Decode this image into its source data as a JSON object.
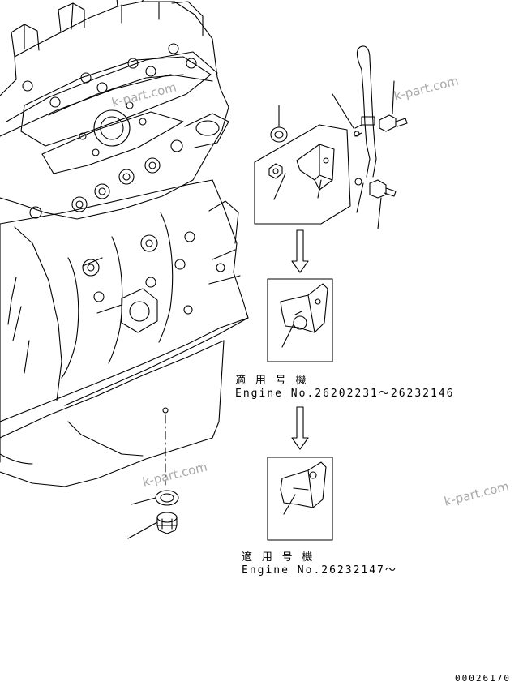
{
  "watermark": "k-part.com",
  "variants": [
    {
      "applicable_label": "適 用 号 機",
      "engine_range": "Engine No.26202231～26232146"
    },
    {
      "applicable_label": "適 用 号 機",
      "engine_range": "Engine No.26232147～"
    }
  ],
  "doc_number": "00026170"
}
